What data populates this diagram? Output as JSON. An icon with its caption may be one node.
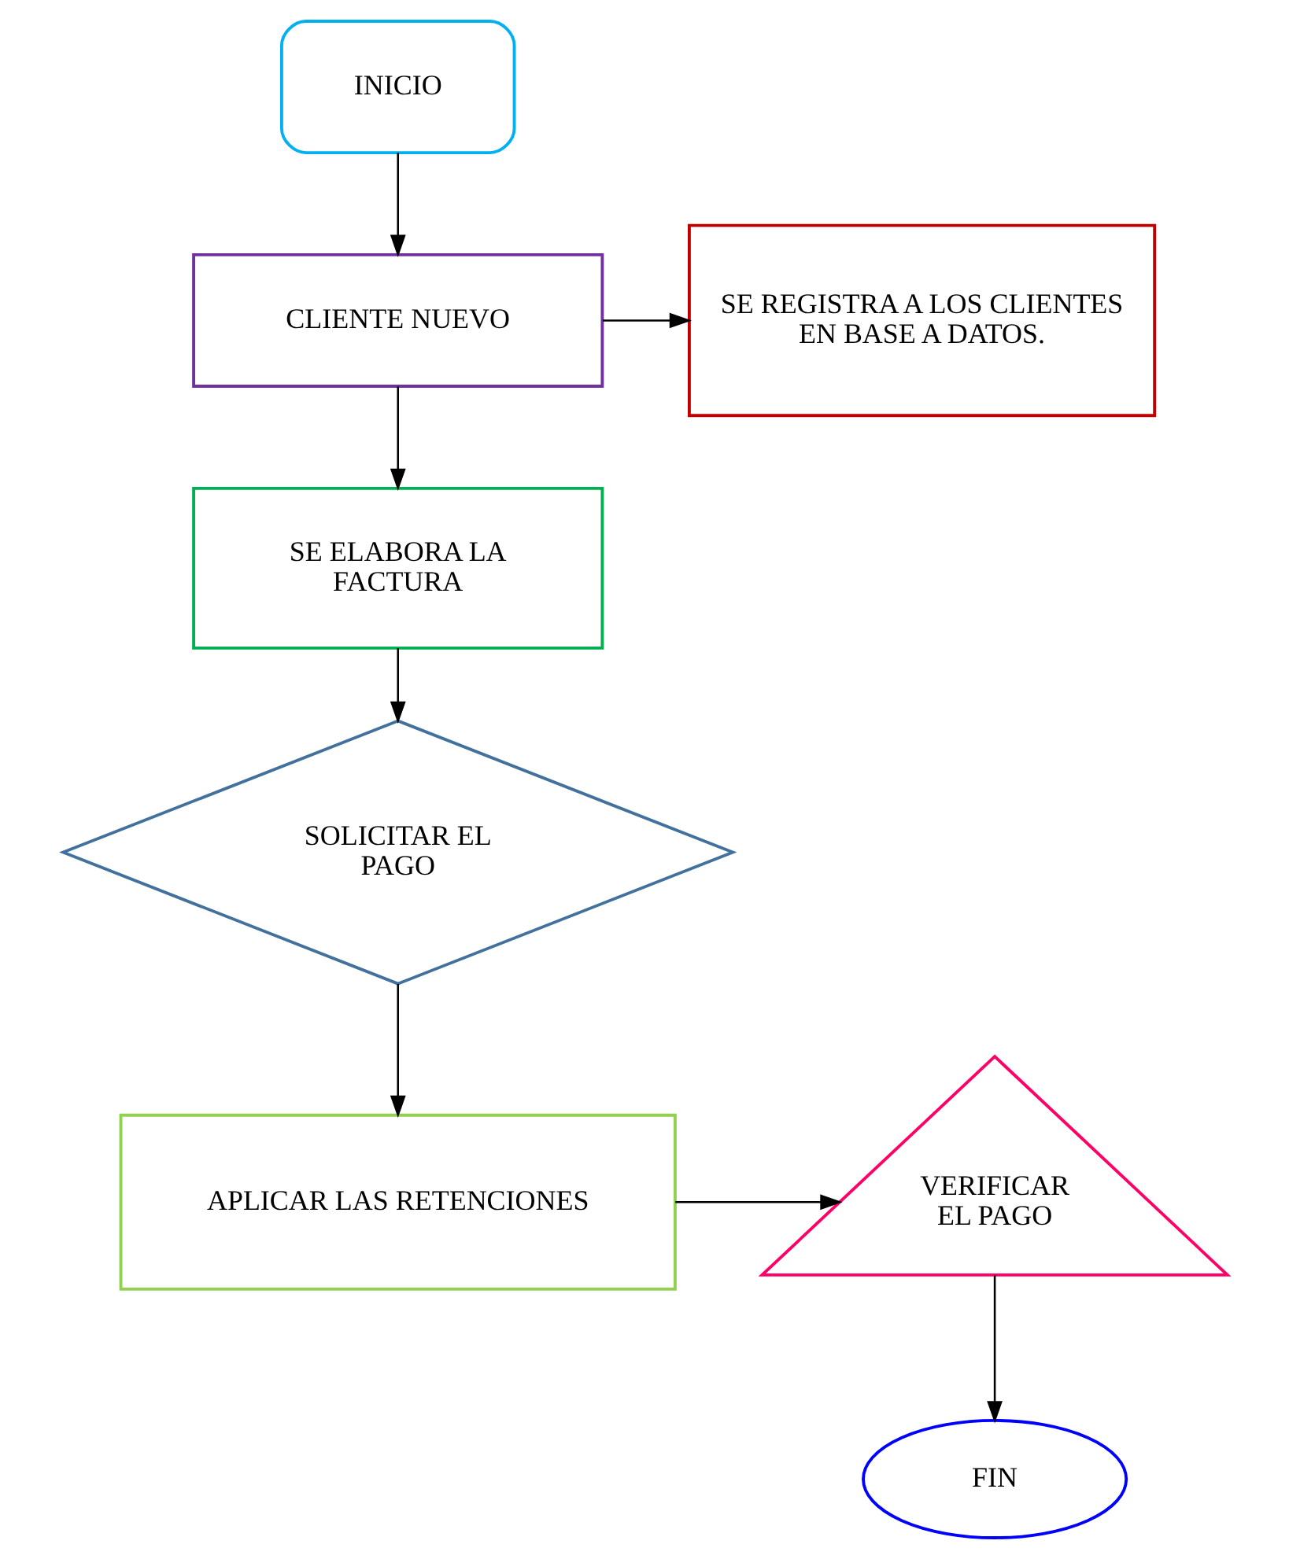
{
  "diagram": {
    "nodes": [
      {
        "text": [
          "INICIO"
        ]
      },
      {
        "text": [
          "CLIENTE NUEVO"
        ]
      },
      {
        "text": [
          "SE REGISTRA A LOS CLIENTES EN BASE A DATOS."
        ]
      },
      {
        "text": [
          "SE ELABORA LA FACTURA"
        ]
      },
      {
        "text": [
          "SOLICITAR EL PAGO"
        ]
      },
      {
        "text": [
          "APLICAR LAS RETENCIONES"
        ]
      },
      {
        "text": [
          "VERIFICAR EL PAGO"
        ]
      },
      {
        "text": [
          "FIN"
        ]
      }
    ],
    "edges": [
      {
        "from": 0,
        "to": 1,
        "arrow": "to"
      },
      {
        "from": 1,
        "to": 2,
        "arrow": "to"
      },
      {
        "from": 1,
        "to": 3,
        "arrow": "to"
      },
      {
        "from": 3,
        "to": 4,
        "arrow": "to"
      },
      {
        "from": 4,
        "to": 5,
        "arrow": "to"
      },
      {
        "from": 5,
        "to": 6,
        "arrow": "to"
      },
      {
        "from": 6,
        "to": 7,
        "arrow": "to"
      }
    ]
  }
}
